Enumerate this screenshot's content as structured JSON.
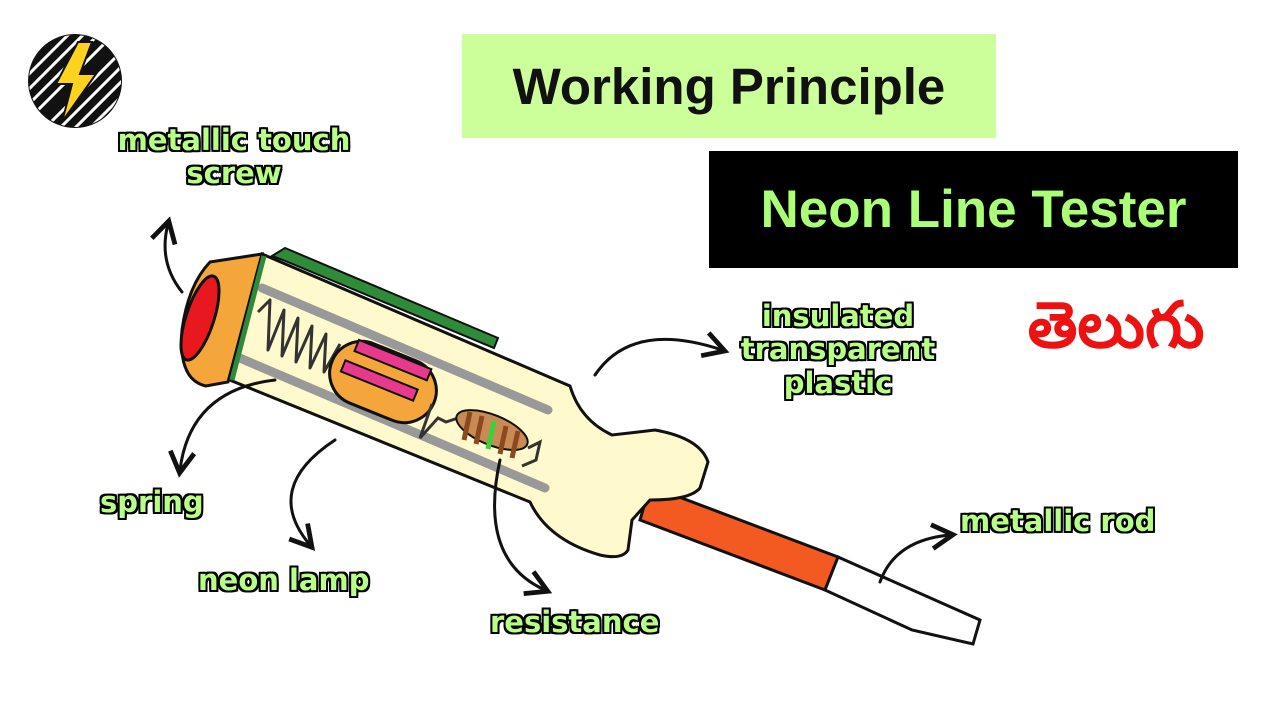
{
  "header": {
    "title": "Working Principle",
    "subtitle": "Neon Line Tester",
    "language": "తెలుగు"
  },
  "labels": {
    "touch_screw_line1": "metallic touch",
    "touch_screw_line2": "screw",
    "spring": "spring",
    "neon_lamp": "neon lamp",
    "resistance": "resistance",
    "plastic_line1": "insulated",
    "plastic_line2": "transparent",
    "plastic_line3": "plastic",
    "metallic_rod": "metallic rod"
  },
  "colors": {
    "title_bg": "#ccff99",
    "subtitle_bg": "#000000",
    "subtitle_text": "#aaff77",
    "language_text": "#ee1111",
    "label_fill": "#b8ff88",
    "body_plastic": "#fffacd",
    "cap_orange": "#f5a63a",
    "screw_red": "#e8191e",
    "rod_orange": "#f25a22",
    "clip_green": "#2e8b3a",
    "lamp_pink": "#e83a8c"
  },
  "icons": {
    "logo": "lightning-bolt-logo"
  }
}
